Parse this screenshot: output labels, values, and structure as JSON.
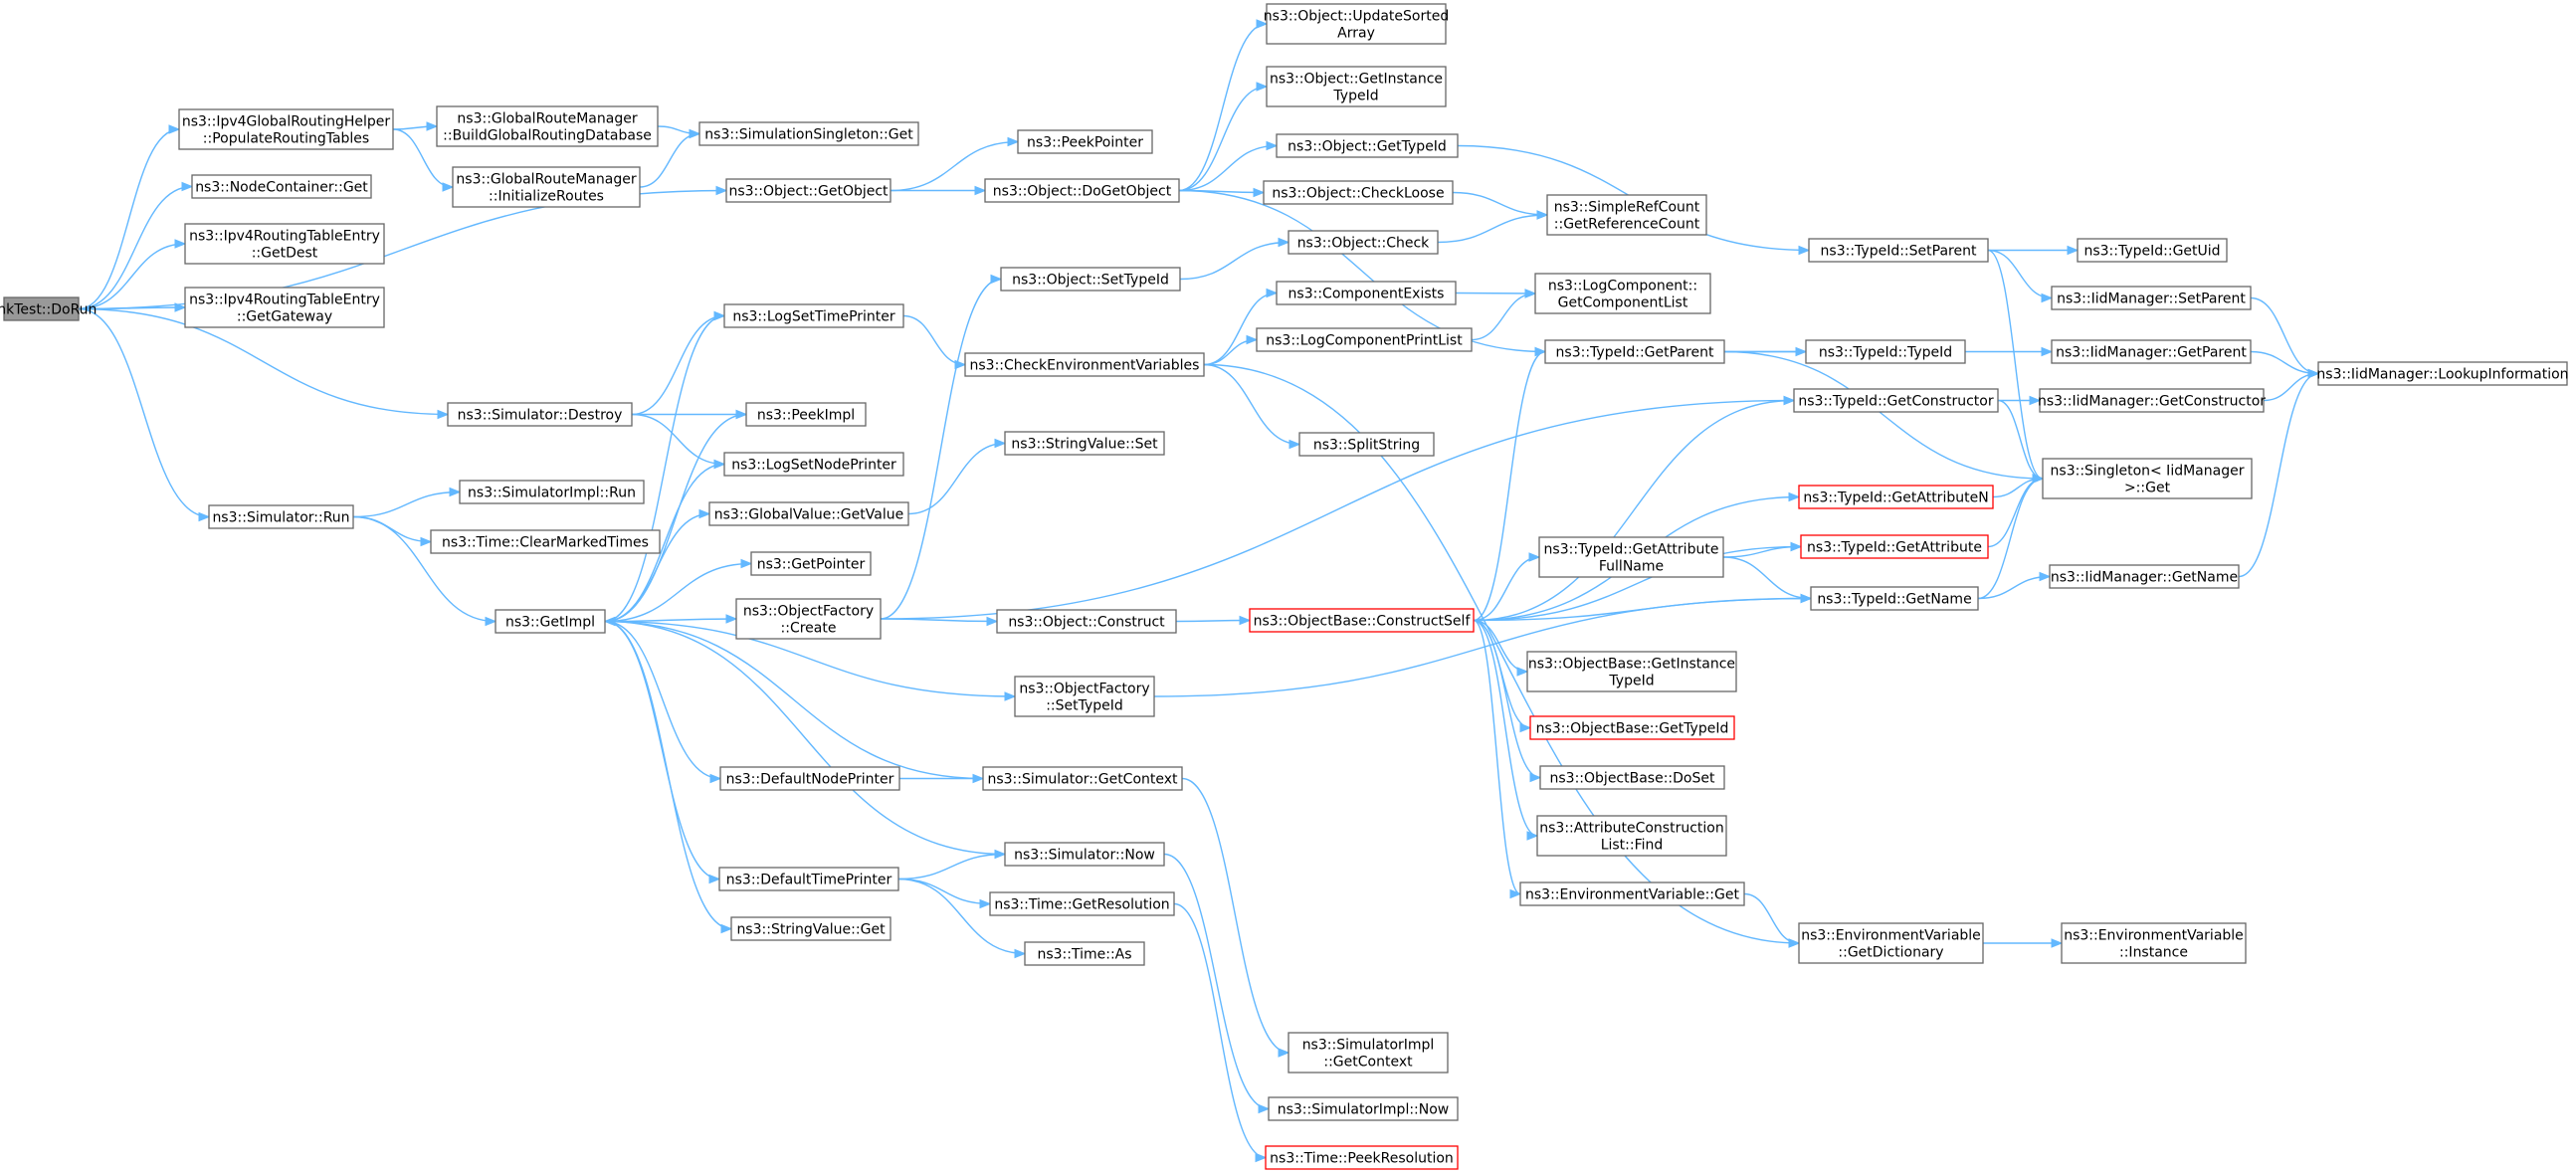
{
  "graph": {
    "colors": {
      "edge": "#63b8ff",
      "node_border": "#666666",
      "root_fill": "#999999",
      "red_border": "#ff0000"
    },
    "nodes": [
      {
        "id": "linktest",
        "lines": [
          "LinkTest::DoRun"
        ],
        "root": true
      },
      {
        "id": "ipv4grh",
        "lines": [
          "ns3::Ipv4GlobalRoutingHelper",
          "::PopulateRoutingTables"
        ]
      },
      {
        "id": "nodecont",
        "lines": [
          "ns3::NodeContainer::Get"
        ]
      },
      {
        "id": "getdest",
        "lines": [
          "ns3::Ipv4RoutingTableEntry",
          "::GetDest"
        ]
      },
      {
        "id": "getgw",
        "lines": [
          "ns3::Ipv4RoutingTableEntry",
          "::GetGateway"
        ]
      },
      {
        "id": "simdestroy",
        "lines": [
          "ns3::Simulator::Destroy"
        ]
      },
      {
        "id": "simrun",
        "lines": [
          "ns3::Simulator::Run"
        ]
      },
      {
        "id": "grmbuild",
        "lines": [
          "ns3::GlobalRouteManager",
          "::BuildGlobalRoutingDatabase"
        ]
      },
      {
        "id": "grminit",
        "lines": [
          "ns3::GlobalRouteManager",
          "::InitializeRoutes"
        ]
      },
      {
        "id": "simsingleton",
        "lines": [
          "ns3::SimulationSingleton::Get"
        ]
      },
      {
        "id": "objgetobject",
        "lines": [
          "ns3::Object::GetObject"
        ]
      },
      {
        "id": "peekpointer",
        "lines": [
          "ns3::PeekPointer"
        ]
      },
      {
        "id": "objdoget",
        "lines": [
          "ns3::Object::DoGetObject"
        ]
      },
      {
        "id": "updsorted",
        "lines": [
          "ns3::Object::UpdateSorted",
          "Array"
        ]
      },
      {
        "id": "getinsttid",
        "lines": [
          "ns3::Object::GetInstance",
          "TypeId"
        ]
      },
      {
        "id": "objgettid",
        "lines": [
          "ns3::Object::GetTypeId"
        ]
      },
      {
        "id": "checkloose",
        "lines": [
          "ns3::Object::CheckLoose"
        ]
      },
      {
        "id": "simplerefcount",
        "lines": [
          "ns3::SimpleRefCount",
          "::GetReferenceCount"
        ]
      },
      {
        "id": "objcheck",
        "lines": [
          "ns3::Object::Check"
        ]
      },
      {
        "id": "objsettid",
        "lines": [
          "ns3::Object::SetTypeId"
        ]
      },
      {
        "id": "logsettime",
        "lines": [
          "ns3::LogSetTimePrinter"
        ]
      },
      {
        "id": "checkenv",
        "lines": [
          "ns3::CheckEnvironmentVariables"
        ]
      },
      {
        "id": "compexists",
        "lines": [
          "ns3::ComponentExists"
        ]
      },
      {
        "id": "logcompget",
        "lines": [
          "ns3::LogComponent::",
          "GetComponentList"
        ]
      },
      {
        "id": "logcompprint",
        "lines": [
          "ns3::LogComponentPrintList"
        ]
      },
      {
        "id": "peekimpl",
        "lines": [
          "ns3::PeekImpl"
        ]
      },
      {
        "id": "logsetnode",
        "lines": [
          "ns3::LogSetNodePrinter"
        ]
      },
      {
        "id": "splitstring",
        "lines": [
          "ns3::SplitString"
        ]
      },
      {
        "id": "strvalset",
        "lines": [
          "ns3::StringValue::Set"
        ]
      },
      {
        "id": "simimplrun",
        "lines": [
          "ns3::SimulatorImpl::Run"
        ]
      },
      {
        "id": "timeclear",
        "lines": [
          "ns3::Time::ClearMarkedTimes"
        ]
      },
      {
        "id": "globalvalget",
        "lines": [
          "ns3::GlobalValue::GetValue"
        ]
      },
      {
        "id": "getpointer",
        "lines": [
          "ns3::GetPointer"
        ]
      },
      {
        "id": "getimpl",
        "lines": [
          "ns3::GetImpl"
        ]
      },
      {
        "id": "objfactcreate",
        "lines": [
          "ns3::ObjectFactory",
          "::Create"
        ]
      },
      {
        "id": "objconstruct",
        "lines": [
          "ns3::Object::Construct"
        ]
      },
      {
        "id": "objfactsettid",
        "lines": [
          "ns3::ObjectFactory",
          "::SetTypeId"
        ]
      },
      {
        "id": "defnodeprinter",
        "lines": [
          "ns3::DefaultNodePrinter"
        ]
      },
      {
        "id": "simgetctx",
        "lines": [
          "ns3::Simulator::GetContext"
        ]
      },
      {
        "id": "simnow",
        "lines": [
          "ns3::Simulator::Now"
        ]
      },
      {
        "id": "deftimeprinter",
        "lines": [
          "ns3::DefaultTimePrinter"
        ]
      },
      {
        "id": "timegetres",
        "lines": [
          "ns3::Time::GetResolution"
        ]
      },
      {
        "id": "strvalget",
        "lines": [
          "ns3::StringValue::Get"
        ]
      },
      {
        "id": "timeas",
        "lines": [
          "ns3::Time::As"
        ]
      },
      {
        "id": "simimplctx",
        "lines": [
          "ns3::SimulatorImpl",
          "::GetContext"
        ]
      },
      {
        "id": "simimplnow",
        "lines": [
          "ns3::SimulatorImpl::Now"
        ]
      },
      {
        "id": "timepeekres",
        "lines": [
          "ns3::Time::PeekResolution"
        ],
        "red": true
      },
      {
        "id": "tidsetparent",
        "lines": [
          "ns3::TypeId::SetParent"
        ]
      },
      {
        "id": "tidgetuid",
        "lines": [
          "ns3::TypeId::GetUid"
        ]
      },
      {
        "id": "iidsetparent",
        "lines": [
          "ns3::IidManager::SetParent"
        ]
      },
      {
        "id": "tidgetparent",
        "lines": [
          "ns3::TypeId::GetParent"
        ]
      },
      {
        "id": "tidtid",
        "lines": [
          "ns3::TypeId::TypeId"
        ]
      },
      {
        "id": "iidgetparent",
        "lines": [
          "ns3::IidManager::GetParent"
        ]
      },
      {
        "id": "iidlookup",
        "lines": [
          "ns3::IidManager::LookupInformation"
        ]
      },
      {
        "id": "tidgetctor",
        "lines": [
          "ns3::TypeId::GetConstructor"
        ]
      },
      {
        "id": "iidgetctor",
        "lines": [
          "ns3::IidManager::GetConstructor"
        ]
      },
      {
        "id": "singleton",
        "lines": [
          "ns3::Singleton< IidManager",
          ">::Get"
        ]
      },
      {
        "id": "tidgetattrn",
        "lines": [
          "ns3::TypeId::GetAttributeN"
        ],
        "red": true
      },
      {
        "id": "tidgetattrfull",
        "lines": [
          "ns3::TypeId::GetAttribute",
          "FullName"
        ]
      },
      {
        "id": "tidgetattr",
        "lines": [
          "ns3::TypeId::GetAttribute"
        ],
        "red": true
      },
      {
        "id": "objbasector",
        "lines": [
          "ns3::ObjectBase::ConstructSelf"
        ],
        "red": true
      },
      {
        "id": "tidgetname",
        "lines": [
          "ns3::TypeId::GetName"
        ]
      },
      {
        "id": "iidgetname",
        "lines": [
          "ns3::IidManager::GetName"
        ]
      },
      {
        "id": "objbaseinsttid",
        "lines": [
          "ns3::ObjectBase::GetInstance",
          "TypeId"
        ]
      },
      {
        "id": "objbasegettid",
        "lines": [
          "ns3::ObjectBase::GetTypeId"
        ],
        "red": true
      },
      {
        "id": "objbasedoset",
        "lines": [
          "ns3::ObjectBase::DoSet"
        ]
      },
      {
        "id": "attrconstr",
        "lines": [
          "ns3::AttributeConstruction",
          "List::Find"
        ]
      },
      {
        "id": "envget",
        "lines": [
          "ns3::EnvironmentVariable::Get"
        ]
      },
      {
        "id": "envdict",
        "lines": [
          "ns3::EnvironmentVariable",
          "::GetDictionary"
        ]
      },
      {
        "id": "envinst",
        "lines": [
          "ns3::EnvironmentVariable",
          "::Instance"
        ]
      }
    ]
  }
}
